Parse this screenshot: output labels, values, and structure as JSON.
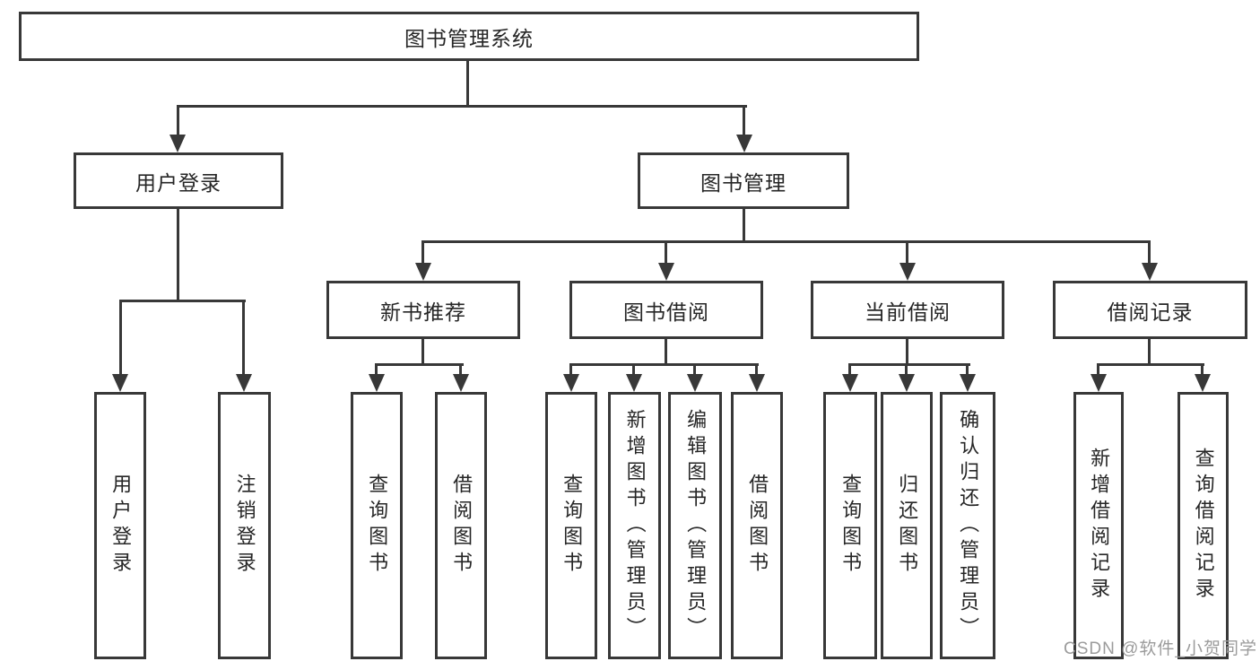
{
  "colors": {
    "line": "#383838",
    "text": "#262626",
    "watermark": "#9b9b9b"
  },
  "diagram": {
    "root": "图书管理系统",
    "login_branch": {
      "label": "用户登录",
      "children": [
        "用户登录",
        "注销登录"
      ]
    },
    "management_branch": {
      "label": "图书管理",
      "groups": [
        {
          "label": "新书推荐",
          "children": [
            "查询图书",
            "借阅图书"
          ]
        },
        {
          "label": "图书借阅",
          "children": [
            "查询图书",
            "新增图书（管理员）",
            "编辑图书（管理员）",
            "借阅图书"
          ]
        },
        {
          "label": "当前借阅",
          "children": [
            "查询图书",
            "归还图书",
            "确认归还（管理员）"
          ]
        },
        {
          "label": "借阅记录",
          "children": [
            "新增借阅记录",
            "查询借阅记录"
          ]
        }
      ]
    }
  },
  "watermark": "CSDN @软件_小贺同学"
}
